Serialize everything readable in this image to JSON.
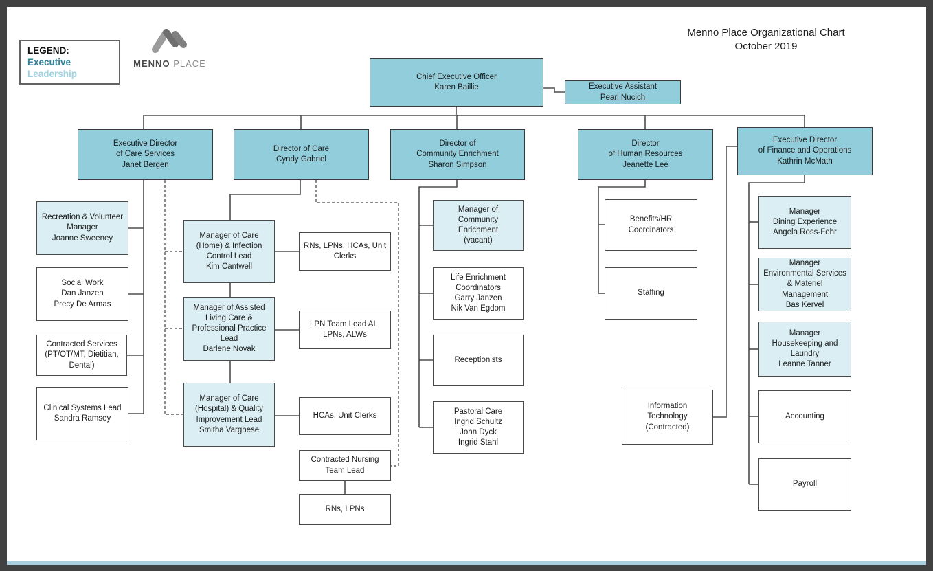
{
  "page": {
    "title_line1": "Menno Place Organizational Chart",
    "title_line2": "October 2019"
  },
  "legend": {
    "heading": "LEGEND:",
    "items": [
      {
        "label": "Executive",
        "color": "#31849b"
      },
      {
        "label": "Leadership",
        "color": "#9cd3e2"
      }
    ]
  },
  "logo": {
    "name_bold": "MENNO",
    "name_light": "PLACE",
    "mark": "mountain-ribbon-icon"
  },
  "colors": {
    "executive_fill": "#92cddc",
    "leadership_fill": "#daeef3",
    "staff_fill": "#ffffff",
    "line": "#4d4d4d"
  },
  "nodes": {
    "ceo": {
      "text": "Chief Executive Officer\nKaren Baillie",
      "type": "executive"
    },
    "exec_assistant": {
      "text": "Executive Assistant\nPearl Nucich",
      "type": "executive"
    },
    "dir_care_services": {
      "text": "Executive Director\nof Care Services\nJanet Bergen",
      "type": "executive"
    },
    "dir_care": {
      "text": "Director of Care\nCyndy Gabriel",
      "type": "executive"
    },
    "dir_community": {
      "text": "Director of\nCommunity Enrichment\nSharon Simpson",
      "type": "executive"
    },
    "dir_hr": {
      "text": "Director\nof Human Resources\nJeanette Lee",
      "type": "executive"
    },
    "dir_finance": {
      "text": "Executive Director\nof Finance and Operations\nKathrin McMath",
      "type": "executive"
    },
    "recreation_volunteer": {
      "text": "Recreation & Volunteer\nManager\nJoanne Sweeney",
      "type": "leadership"
    },
    "social_work": {
      "text": "Social Work\nDan Janzen\nPrecy De Armas",
      "type": "staff"
    },
    "contracted_services": {
      "text": "Contracted Services\n(PT/OT/MT, Dietitian,\nDental)",
      "type": "staff"
    },
    "clinical_systems": {
      "text": "Clinical Systems Lead\nSandra Ramsey",
      "type": "staff"
    },
    "mgr_care_home": {
      "text": "Manager of Care\n(Home) & Infection\nControl Lead\nKim Cantwell",
      "type": "leadership"
    },
    "mgr_assisted_living": {
      "text": "Manager of Assisted\nLiving Care &\nProfessional Practice\nLead\nDarlene Novak",
      "type": "leadership"
    },
    "mgr_care_hospital": {
      "text": "Manager of Care\n(Hospital) & Quality\nImprovement Lead\nSmitha Varghese",
      "type": "leadership"
    },
    "rns_lpns_hcas": {
      "text": "RNs, LPNs, HCAs, Unit\nClerks",
      "type": "staff"
    },
    "lpn_team_lead": {
      "text": "LPN Team Lead AL,\nLPNs, ALWs",
      "type": "staff"
    },
    "hcas_unit_clerks": {
      "text": "HCAs, Unit Clerks",
      "type": "staff"
    },
    "contracted_nursing": {
      "text": "Contracted Nursing\nTeam Lead",
      "type": "staff"
    },
    "rns_lpns": {
      "text": "RNs, LPNs",
      "type": "staff"
    },
    "mgr_community": {
      "text": "Manager of\nCommunity\nEnrichment\n(vacant)",
      "type": "leadership"
    },
    "life_enrichment": {
      "text": "Life Enrichment\nCoordinators\nGarry Janzen\nNik Van Egdom",
      "type": "staff"
    },
    "receptionists": {
      "text": "Receptionists",
      "type": "staff"
    },
    "pastoral_care": {
      "text": "Pastoral Care\nIngrid Schultz\nJohn Dyck\nIngrid Stahl",
      "type": "staff"
    },
    "benefits_hr": {
      "text": "Benefits/HR\nCoordinators",
      "type": "staff"
    },
    "staffing": {
      "text": "Staffing",
      "type": "staff"
    },
    "info_tech": {
      "text": "Information\nTechnology\n(Contracted)",
      "type": "staff"
    },
    "mgr_dining": {
      "text": "Manager\nDining Experience\nAngela Ross-Fehr",
      "type": "leadership"
    },
    "mgr_environmental": {
      "text": "Manager\nEnvironmental Services\n& Materiel\nManagement\nBas Kervel",
      "type": "leadership"
    },
    "mgr_housekeeping": {
      "text": "Manager\nHousekeeping and\nLaundry\nLeanne Tanner",
      "type": "leadership"
    },
    "accounting": {
      "text": "Accounting",
      "type": "staff"
    },
    "payroll": {
      "text": "Payroll",
      "type": "staff"
    }
  }
}
